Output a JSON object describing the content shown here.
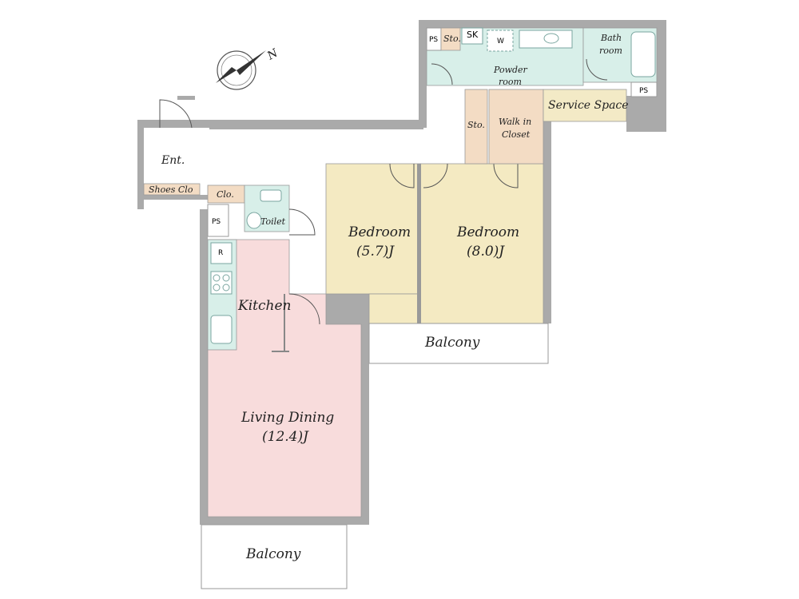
{
  "compass": {
    "label": "N"
  },
  "rooms": {
    "entrance": "Ent.",
    "shoes_closet": "Shoes Clo",
    "closet": "Clo.",
    "ps_1": "PS",
    "toilet": "Toilet",
    "refrigerator": "R",
    "kitchen": "Kitchen",
    "living_dining_name": "Living Dining",
    "living_dining_size": "(12.4)J",
    "bedroom1_name": "Bedroom",
    "bedroom1_size": "(5.7)J",
    "bedroom2_name": "Bedroom",
    "bedroom2_size": "(8.0)J",
    "balcony_lower": "Balcony",
    "balcony_right": "Balcony",
    "storage_1": "Sto.",
    "walk_in_line1": "Walk in",
    "walk_in_line2": "Closet",
    "service_space": "Service Space",
    "ps_2": "PS",
    "ps_3": "PS",
    "storage_2": "Sto.",
    "sink": "SK",
    "washer": "W",
    "powder_line1": "Powder",
    "powder_line2": "room",
    "bath_line1": "Bath",
    "bath_line2": "room"
  },
  "colors": {
    "living": "#f8dcdc",
    "bedroom": "#f4eac2",
    "wet": "#d8efe9",
    "storage": "#f3dcc4",
    "service": "#f3eac6",
    "wall": "#aaaaaa",
    "floor": "#ffffff"
  }
}
